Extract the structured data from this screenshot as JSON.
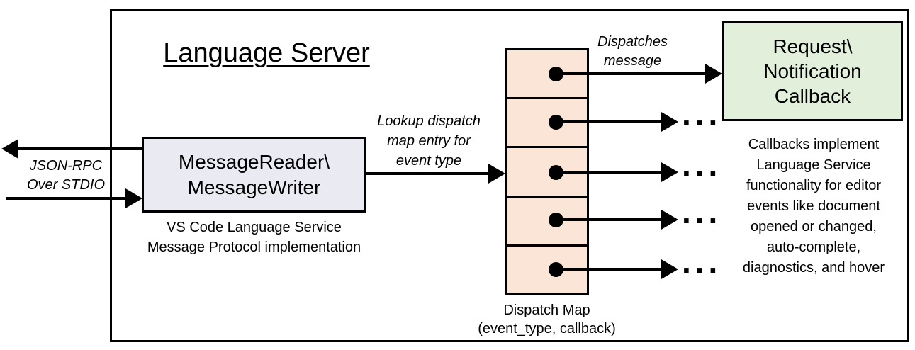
{
  "title": "Language Server",
  "left_io": {
    "lines": [
      "JSON-RPC",
      "Over STDIO"
    ]
  },
  "message_box": {
    "lines": [
      "MessageReader\\",
      "MessageWriter"
    ]
  },
  "message_caption": {
    "lines": [
      "VS Code Language Service",
      "Message Protocol implementation"
    ]
  },
  "lookup_label": {
    "lines": [
      "Lookup dispatch",
      "map entry for",
      "event type"
    ]
  },
  "dispatch_map": {
    "cell_count": 5,
    "ellipsis": "...",
    "caption_lines": [
      "Dispatch Map",
      "(event_type, callback)"
    ]
  },
  "dispatches_label": {
    "lines": [
      "Dispatches",
      "message"
    ]
  },
  "callback_box": {
    "lines": [
      "Request\\",
      "Notification",
      "Callback"
    ]
  },
  "callback_note": {
    "lines": [
      "Callbacks implement",
      "Language Service",
      "functionality for editor",
      "events like document",
      "opened or changed,",
      "auto-complete,",
      "diagnostics, and hover"
    ]
  },
  "colors": {
    "message_box_fill": "#EAEAF3",
    "dispatch_map_fill": "#FBE5D6",
    "callback_box_fill": "#E2EFDA",
    "stroke": "#000000",
    "background": "#FFFFFF"
  }
}
